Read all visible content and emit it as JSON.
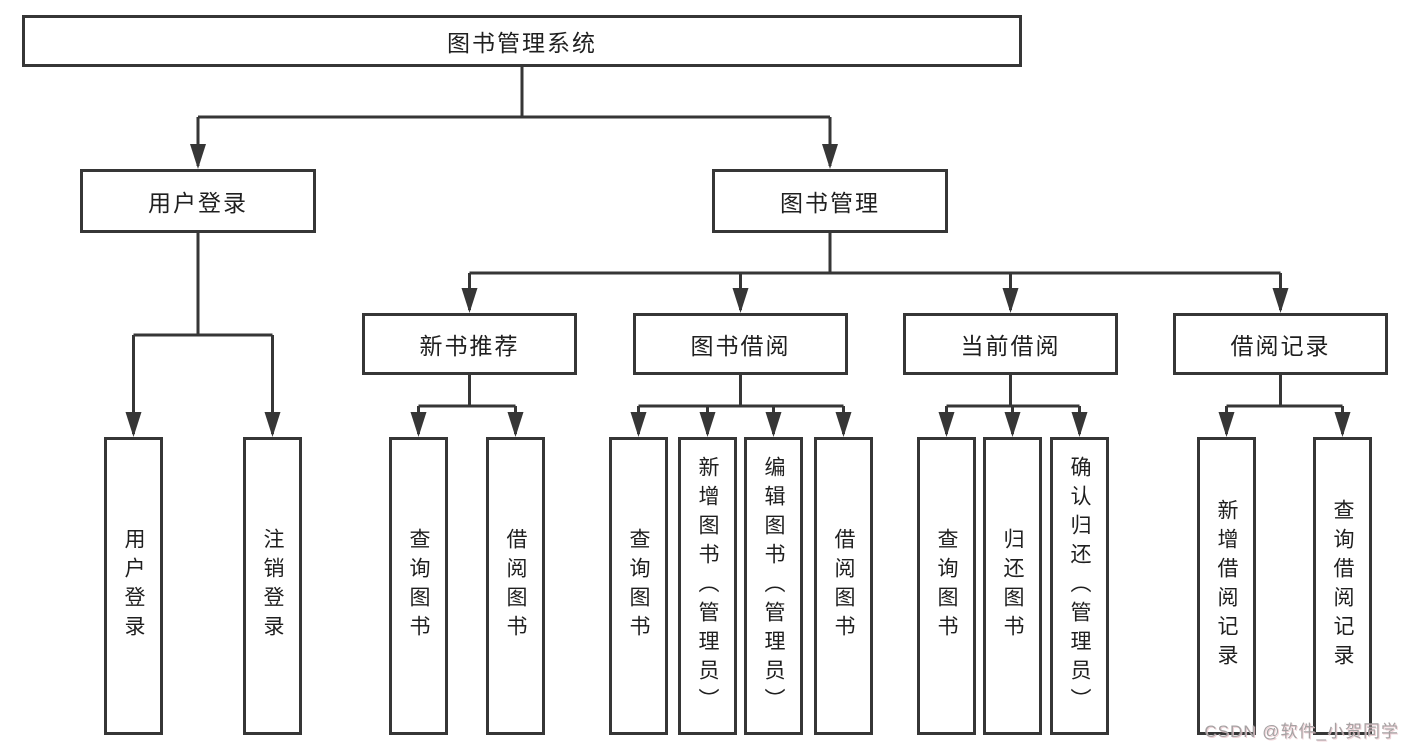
{
  "diagram_type": "functional-structure-tree",
  "tree": {
    "label": "图书管理系统",
    "children": [
      {
        "label": "用户登录",
        "children": [
          {
            "label": "用户登录"
          },
          {
            "label": "注销登录"
          }
        ]
      },
      {
        "label": "图书管理",
        "children": [
          {
            "label": "新书推荐",
            "children": [
              {
                "label": "查询图书"
              },
              {
                "label": "借阅图书"
              }
            ]
          },
          {
            "label": "图书借阅",
            "children": [
              {
                "label": "查询图书"
              },
              {
                "label": "新增图书（管理员）"
              },
              {
                "label": "编辑图书（管理员）"
              },
              {
                "label": "借阅图书"
              }
            ]
          },
          {
            "label": "当前借阅",
            "children": [
              {
                "label": "查询图书"
              },
              {
                "label": "归还图书"
              },
              {
                "label": "确认归还（管理员）"
              }
            ]
          },
          {
            "label": "借阅记录",
            "children": [
              {
                "label": "新增借阅记录"
              },
              {
                "label": "查询借阅记录"
              }
            ]
          }
        ]
      }
    ]
  },
  "watermark": "CSDN @软件_小贺同学",
  "colors": {
    "line": "#363636",
    "text": "#1f1f1f",
    "background": "#ffffff",
    "watermark": "#a6a2a3"
  }
}
